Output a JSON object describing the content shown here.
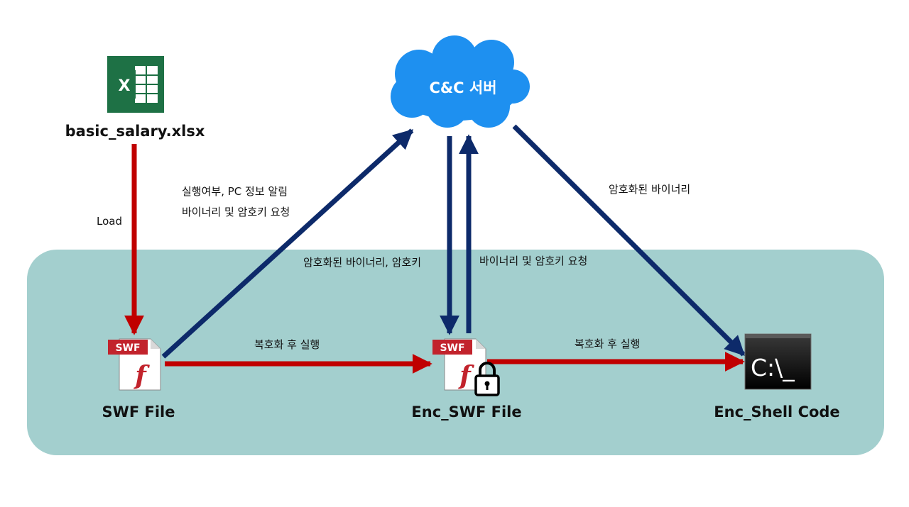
{
  "colors": {
    "panel": "#a3cfce",
    "red_arrow": "#c00000",
    "navy_arrow": "#0d2a6a",
    "cloud": "#1e90f0",
    "excel_green": "#1e7145",
    "swf_red": "#c2232c"
  },
  "nodes": {
    "excel": {
      "label": "basic_salary.xlsx",
      "icon": "excel-icon",
      "icon_letter": "X"
    },
    "server": {
      "label": "C&C 서버",
      "icon": "cloud-icon"
    },
    "swf": {
      "label": "SWF File",
      "icon": "flash-swf-icon",
      "badge": "SWF",
      "glyph": "f"
    },
    "enc_swf": {
      "label": "Enc_SWF File",
      "icon": "flash-swf-icon",
      "badge": "SWF",
      "glyph": "f",
      "lock": "lock-icon"
    },
    "shell": {
      "label": "Enc_Shell Code",
      "icon": "cmd-prompt-icon",
      "prompt": "C:\\_"
    }
  },
  "edges": {
    "load": "Load",
    "swf_to_server_line1": "실행여부, PC 정보 알림",
    "swf_to_server_line2": "바이너리 및 암호키 요청",
    "server_to_enc": "암호화된 바이너리, 암호키",
    "enc_to_server": "바이너리 및 암호키 요청",
    "server_to_shell": "암호화된 바이너리",
    "swf_to_enc": "복호화 후 실행",
    "enc_to_shell": "복호화 후 실행"
  }
}
